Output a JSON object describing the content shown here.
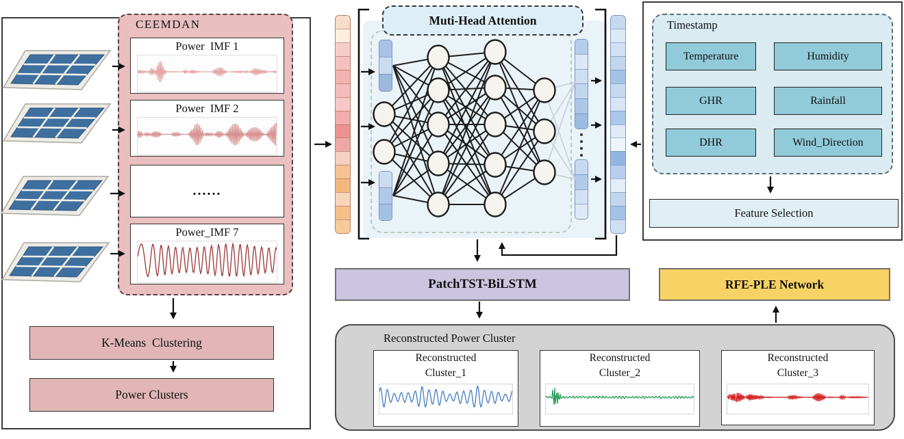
{
  "left_panel": {
    "solar_panels": [
      "solar-panel",
      "solar-panel",
      "solar-panel",
      "solar-panel"
    ],
    "ceemdan": {
      "title": "CEEMDAN",
      "fill": "#e9bfbf",
      "imfs": [
        {
          "label": "Power  IMF 1",
          "wave": "pink-burst",
          "color": "#e2a2a2"
        },
        {
          "label": "Power  IMF 2",
          "wave": "pink-burst-2",
          "color": "#d68f8f"
        },
        {
          "label": "......",
          "wave": "none",
          "color": ""
        },
        {
          "label": "Power_IMF 7",
          "wave": "dark-sine",
          "color": "#9e3d3d"
        }
      ]
    },
    "kmeans_label": "K-Means  Clustering",
    "power_clusters_label": "Power Clusters",
    "box_fill": "#e2b6b6"
  },
  "attention": {
    "title": "Muti-Head Attention",
    "input_strip_colors": [
      "#f7dcc9",
      "#fdeede",
      "#f7cdc9",
      "#f5c2c0",
      "#f2b3b1",
      "#f4bcba",
      "#f6c9c7",
      "#f1aeac",
      "#ec9391",
      "#f0a8a4",
      "#f6d0c0",
      "#f6c492",
      "#f4b77e",
      "#f8d6ba",
      "#f5bf88",
      "#f7cb99"
    ],
    "output_strip_colors": [
      "#c6d9f0",
      "#dde9f6",
      "#d2e1f3",
      "#c2d6ee",
      "#a2c2e6",
      "#c6d9f0",
      "#d8e5f4",
      "#aac8e9",
      "#e0eaf7",
      "#eef4fb",
      "#92b6e1",
      "#b7cfed",
      "#e4eef8",
      "#c2d6ee",
      "#a2c2e6",
      "#cfdff2"
    ],
    "inner_left_strips": [
      [
        "#a8c3e5",
        "#cbdcf1",
        "#9cb8dd"
      ],
      [
        "#cbdcf1",
        "#b0c9e8",
        "#a4c0e3"
      ]
    ],
    "inner_right_strips": [
      [
        "#b4cdeb",
        "#dce8f5",
        "#cfdff2",
        "#c2d6ee",
        "#acc8e8",
        "#9cbce2"
      ],
      [
        "#c6d9f0",
        "#b0cbea",
        "#d2e1f3",
        "#dde9f6"
      ]
    ]
  },
  "weather_panel": {
    "title": "Timestamp",
    "features": [
      "Temperature",
      "Humidity",
      "GHR",
      "Rainfall",
      "DHR",
      "Wind_Direction"
    ],
    "feature_box_color": "#91cbd9",
    "panel_fill": "#daecf2",
    "feature_selection_label": "Feature Selection"
  },
  "models": {
    "patchtst_label": "PatchTST-BiLSTM",
    "patchtst_fill": "#cbc5e1",
    "rfe_label": "RFE-PLE Network",
    "rfe_fill": "#f8d264"
  },
  "reconstruction": {
    "title": "Reconstructed Power Cluster",
    "clusters": [
      {
        "line1": "Reconstructed",
        "line2": "Cluster_1",
        "wave": "blue-dense",
        "color": "#4a80c4"
      },
      {
        "line1": "Reconstructed",
        "line2": "Cluster_2",
        "wave": "green-spike",
        "color": "#2da05e"
      },
      {
        "line1": "Reconstructed",
        "line2": "Cluster_3",
        "wave": "red-burst",
        "color": "#d42525"
      }
    ]
  }
}
